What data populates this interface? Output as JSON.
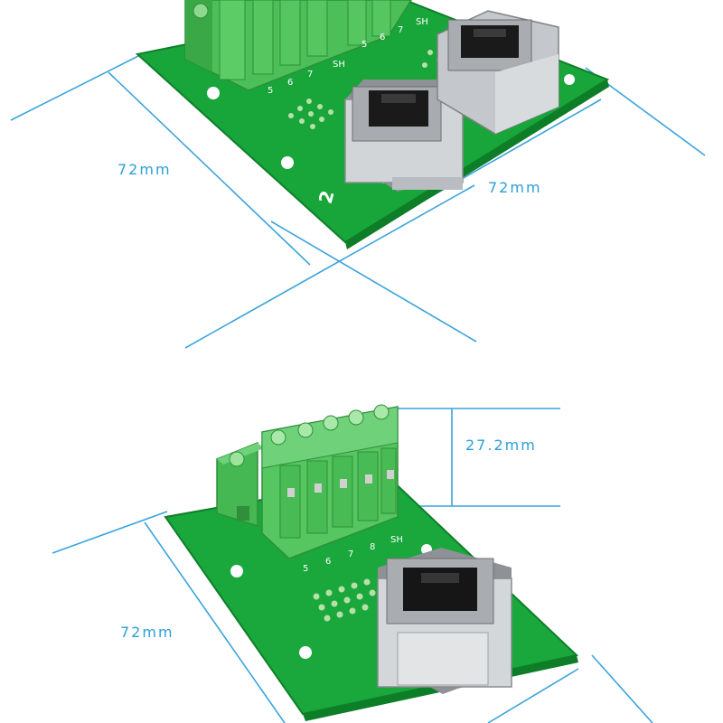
{
  "colors": {
    "dimension_line": "#3aa4dc",
    "dimension_text": "#2a9fd8",
    "pcb_green": "#1aa33a",
    "terminal_green": "#52c25c",
    "jack_metal": "#c9ccd0"
  },
  "top_view": {
    "width_label": "72mm",
    "depth_label": "72mm",
    "silkscreen": {
      "pins": [
        "5",
        "6",
        "7",
        "SH",
        "5",
        "6",
        "7",
        "SH"
      ],
      "board_number": "2"
    }
  },
  "bottom_view": {
    "height_label": "27.2mm",
    "width_label": "72mm",
    "silkscreen": {
      "pins": [
        "5",
        "6",
        "7",
        "8",
        "SH"
      ]
    }
  }
}
